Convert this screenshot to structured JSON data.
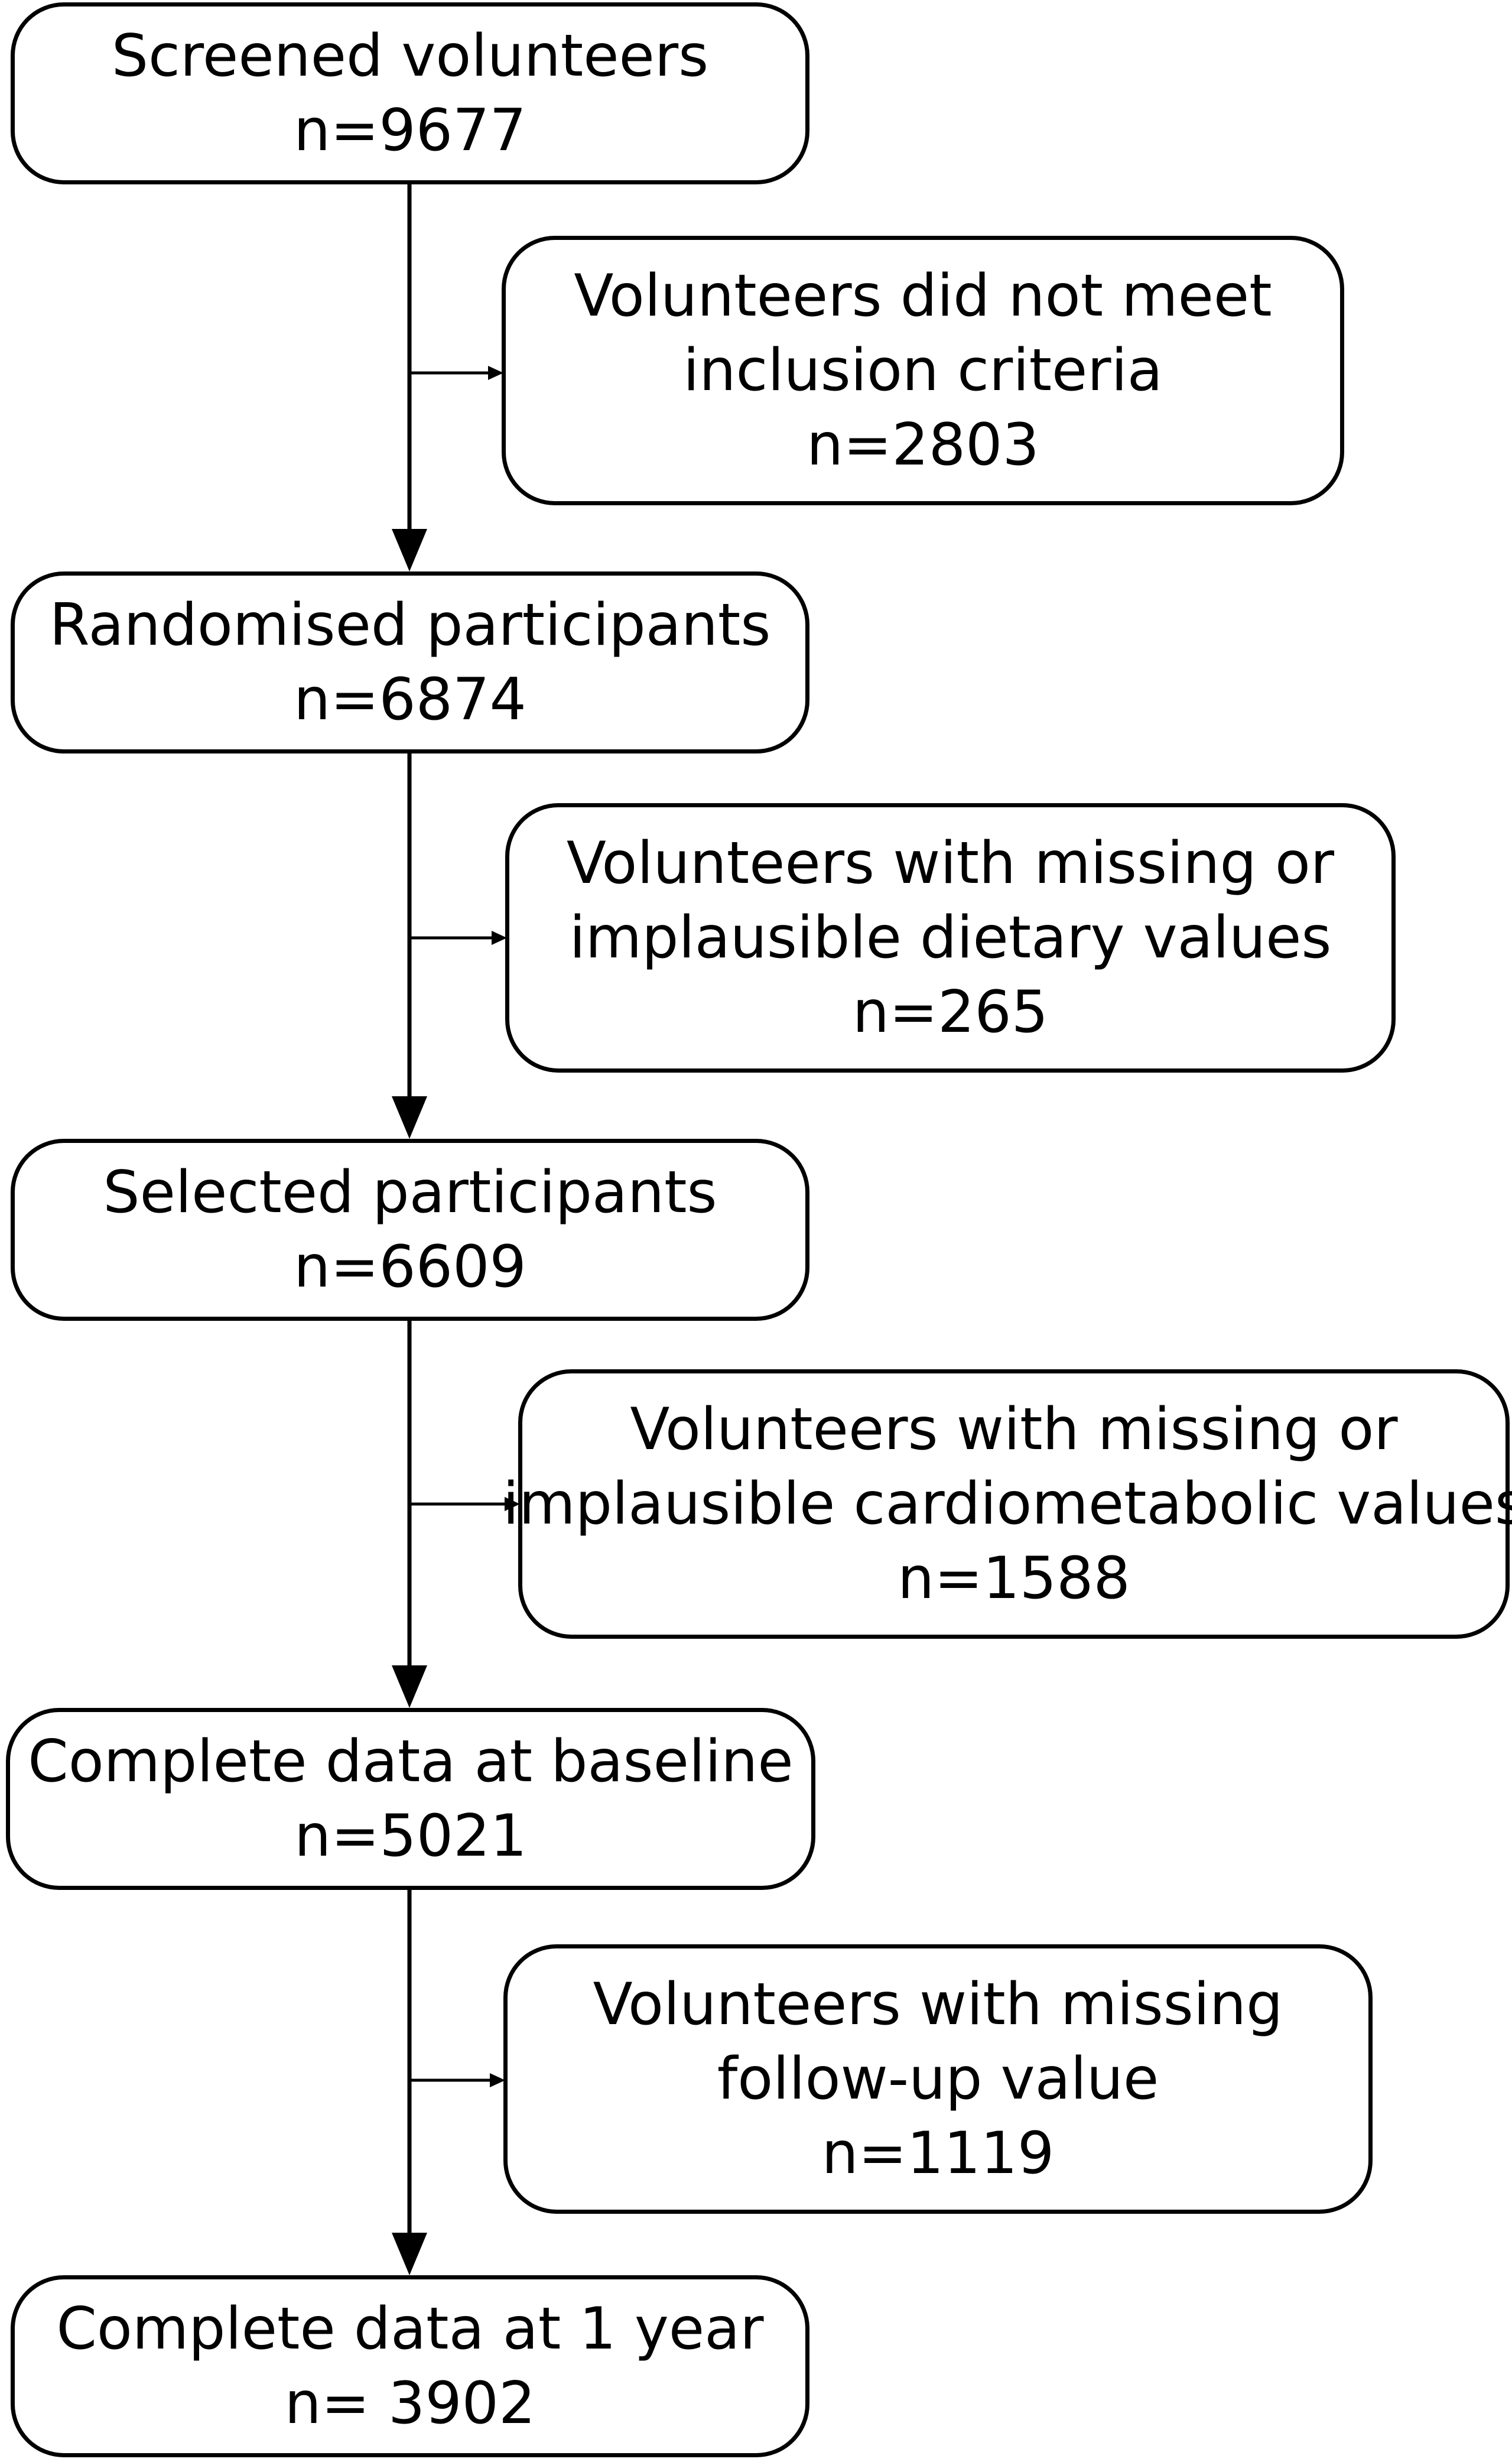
{
  "diagram": {
    "main_steps": [
      {
        "title": "Screened volunteers",
        "count": "n=9677"
      },
      {
        "title": "Randomised participants",
        "count": "n=6874"
      },
      {
        "title": "Selected participants",
        "count": "n=6609"
      },
      {
        "title": "Complete data at baseline",
        "count": "n=5021"
      },
      {
        "title": "Complete data at 1 year",
        "count": "n= 3902"
      }
    ],
    "exclusions": [
      {
        "line1": "Volunteers did not meet",
        "line2": "inclusion criteria",
        "count": "n=2803"
      },
      {
        "line1": "Volunteers with missing or",
        "line2": "implausible dietary values",
        "count": "n=265"
      },
      {
        "line1": "Volunteers with missing or",
        "line2": "implausible cardiometabolic values",
        "count": "n=1588"
      },
      {
        "line1": "Volunteers with missing",
        "line2": "follow-up value",
        "count": "n=1119"
      }
    ],
    "colors": {
      "stroke": "#000000",
      "background": "#ffffff",
      "text": "#000000"
    }
  }
}
